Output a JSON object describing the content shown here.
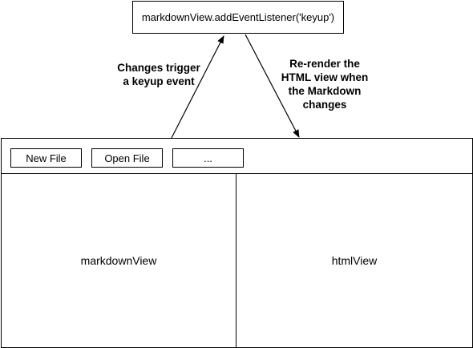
{
  "listener": {
    "text": "markdownView.addEventListener('keyup')"
  },
  "annotations": {
    "left": [
      "Changes trigger",
      "a keyup event"
    ],
    "right": [
      "Re-render the",
      "HTML view when",
      "the Markdown",
      "changes"
    ]
  },
  "toolbar": {
    "buttons": [
      "New File",
      "Open File",
      "..."
    ]
  },
  "panes": {
    "left": "markdownView",
    "right": "htmlView"
  }
}
